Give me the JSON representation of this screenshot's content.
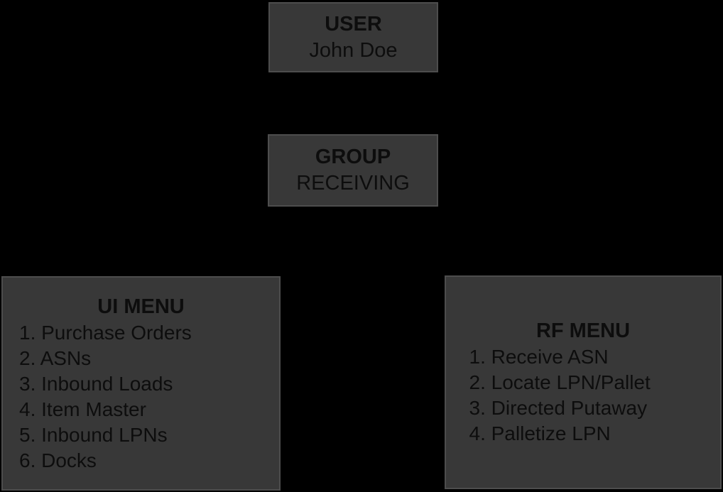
{
  "diagram": {
    "background_color": "#000000",
    "box_fill_color": "#383838",
    "box_border_color": "#4d4d4d",
    "text_color": "#0d0d0d",
    "user": {
      "title": "USER",
      "value": "John Doe"
    },
    "group": {
      "title": "GROUP",
      "value": "RECEIVING"
    },
    "ui_menu": {
      "title": "UI MENU",
      "items": [
        "1. Purchase Orders",
        "2. ASNs",
        "3. Inbound Loads",
        "4. Item Master",
        "5. Inbound LPNs",
        "6. Docks"
      ]
    },
    "rf_menu": {
      "title": "RF MENU",
      "items": [
        "1. Receive ASN",
        "2. Locate LPN/Pallet",
        "3. Directed Putaway",
        "4. Palletize LPN"
      ]
    }
  }
}
